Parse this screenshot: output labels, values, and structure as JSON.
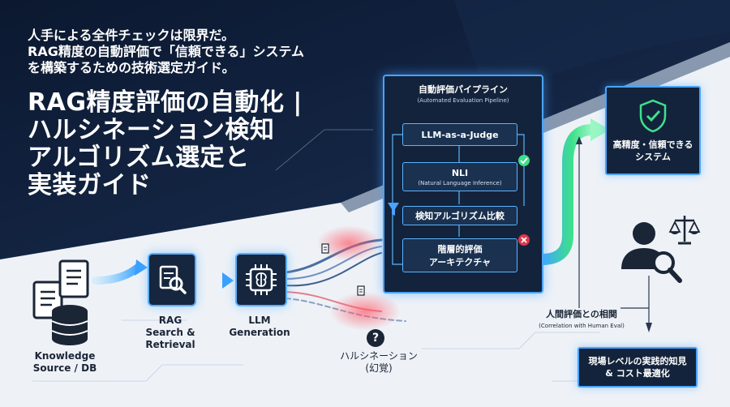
{
  "intro": {
    "line1": "人手による全件チェックは限界だ。",
    "line2": "RAG精度の自動評価で「信頼できる」システム",
    "line3": "を構築するための技術選定ガイド。"
  },
  "title": {
    "line1": "RAG精度評価の自動化 |",
    "line2": "ハルシネーション検知",
    "line3": "アルゴリズム選定と",
    "line4": "実装ガイド"
  },
  "flow": {
    "knowledge_label_1": "Knowledge",
    "knowledge_label_2": "Source / DB",
    "rag_label_1": "RAG",
    "rag_label_2": "Search &",
    "rag_label_3": "Retrieval",
    "llm_label_1": "LLM",
    "llm_label_2": "Generation",
    "hallucination_mark": "?",
    "hallucination_label_1": "ハルシネーション",
    "hallucination_label_2": "(幻覚)"
  },
  "pipeline": {
    "title": "自動評価パイプライン",
    "subtitle": "(Automated Evaluation Pipeline)",
    "steps": [
      {
        "label": "LLM-as-a-Judge",
        "sub": ""
      },
      {
        "label": "NLI",
        "sub": "(Natural Language Inference)"
      },
      {
        "label": "検知アルゴリズム比較",
        "sub": ""
      },
      {
        "label": "階層的評価",
        "sub": "アーキテクチャ"
      }
    ]
  },
  "outputs": {
    "reliable_line1": "高精度・信頼できる",
    "reliable_line2": "システム",
    "human_eval_label": "人間評価との相関",
    "human_eval_sub": "(Correlation with Human Eval)",
    "field_line1": "現場レベルの実践的知見",
    "field_line2": "& コスト最適化"
  },
  "colors": {
    "navy": "#0f1e36",
    "accent_blue": "#4aa3ff",
    "accent_green": "#3ee08a",
    "alert_red": "#e0384a"
  }
}
